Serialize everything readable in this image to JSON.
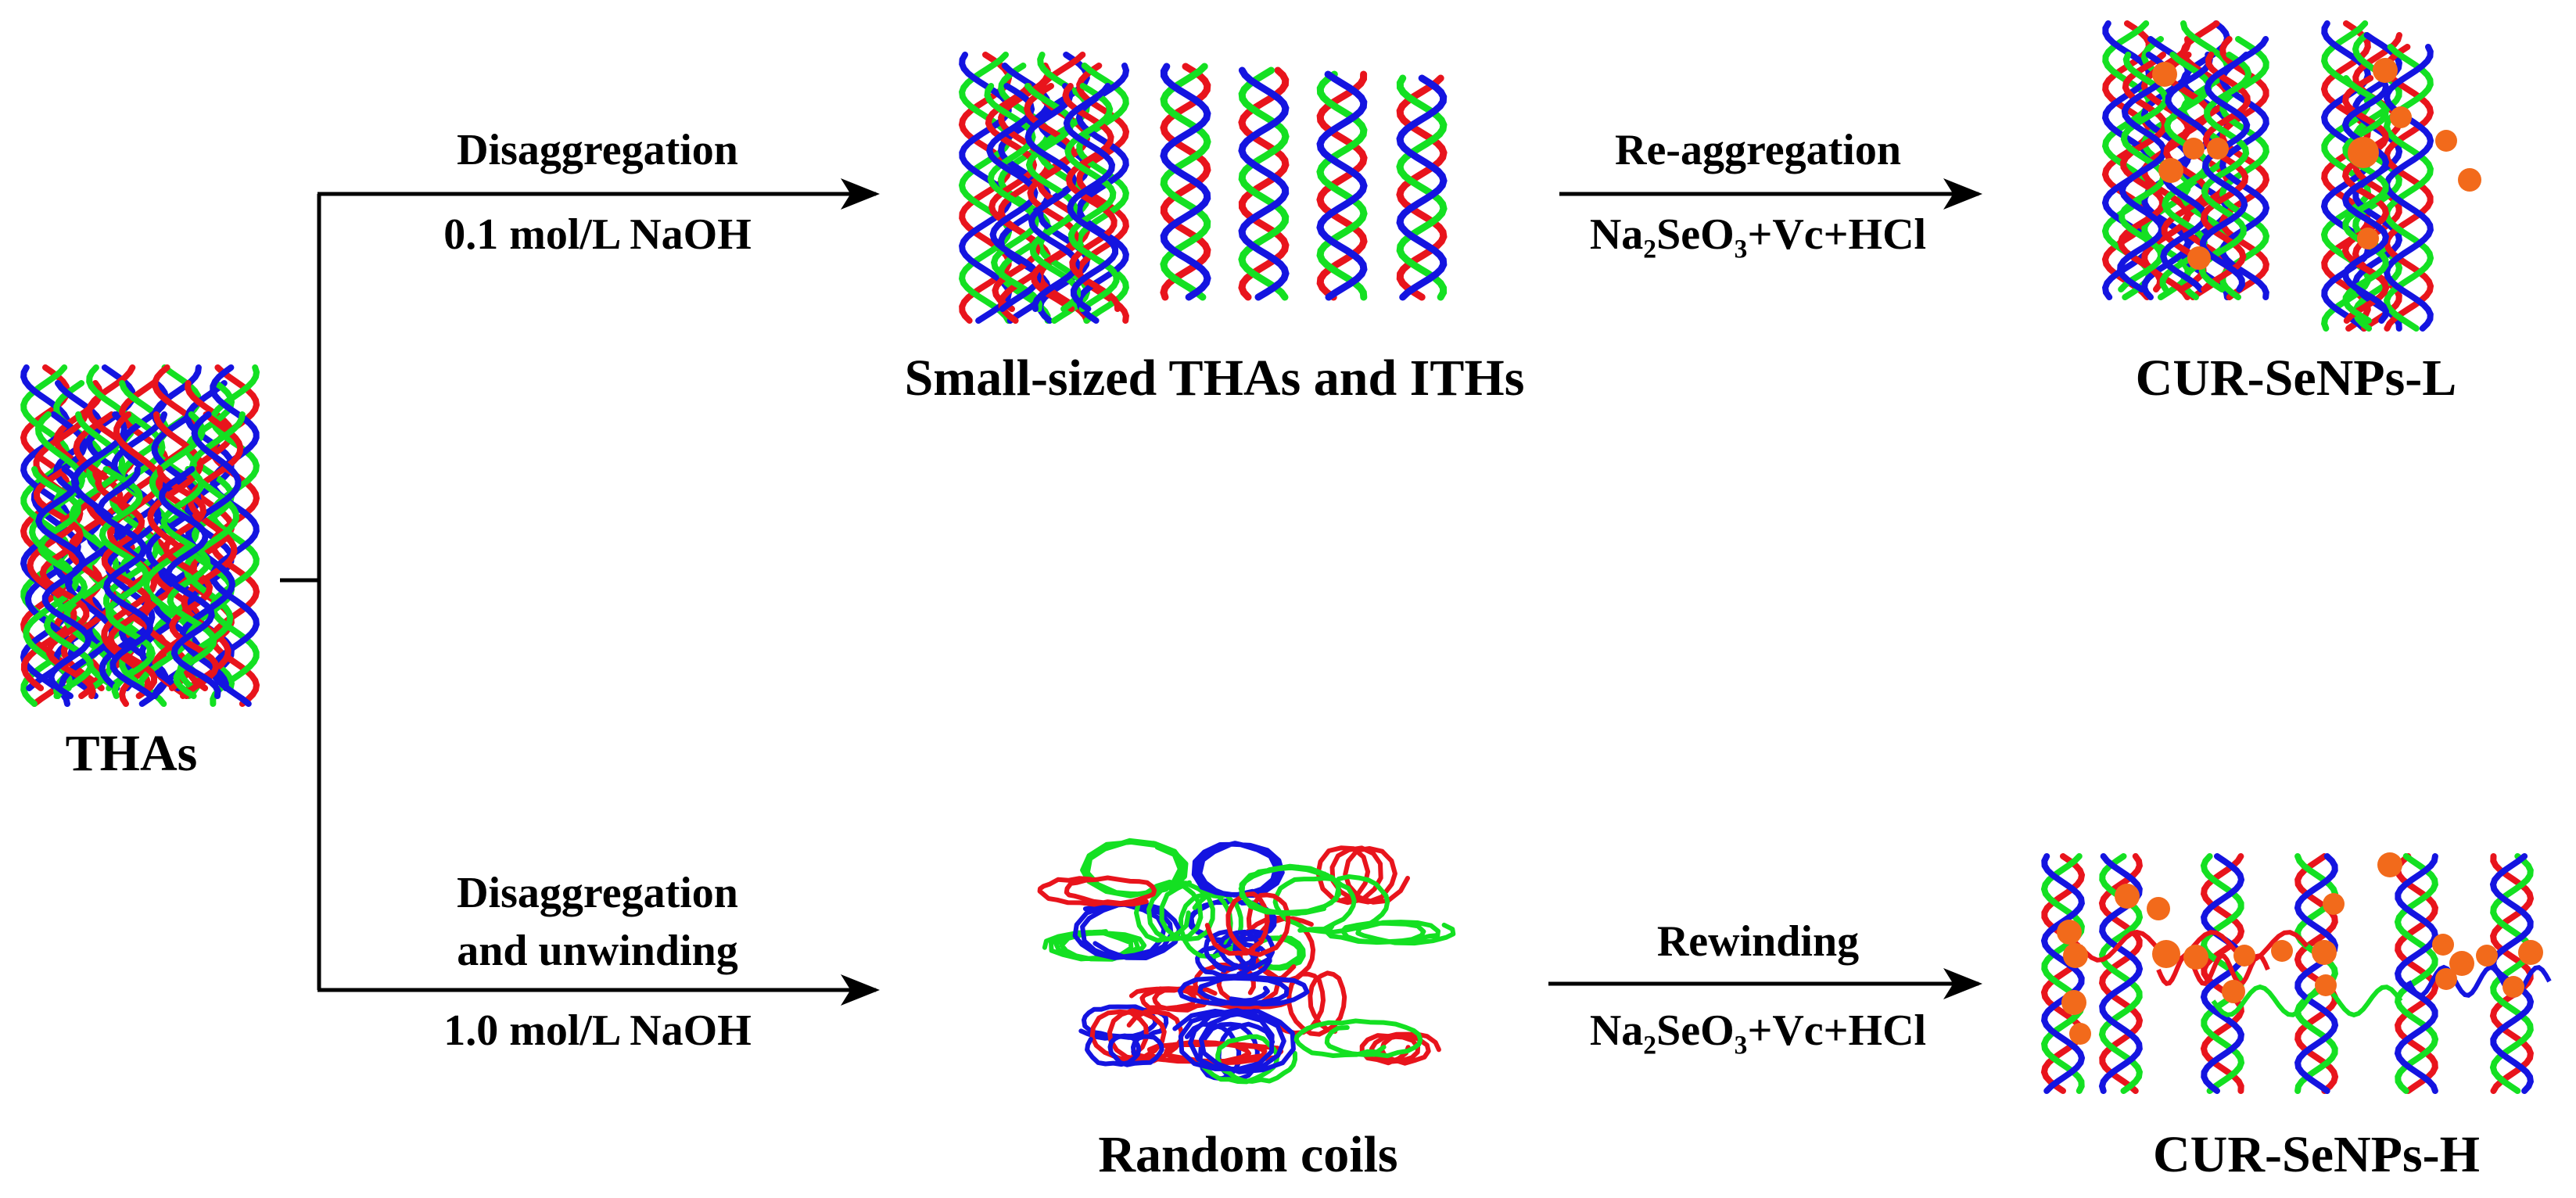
{
  "figure": {
    "colors": {
      "strand_red": "#e8141c",
      "strand_green": "#14e022",
      "strand_blue": "#1414e0",
      "particle_orange": "#f26a1b",
      "ink": "#000000"
    },
    "start": {
      "label": "THAs"
    },
    "upper_path": {
      "step1_label_top": "Disaggregation",
      "step1_label_bottom": "0.1 mol/L NaOH",
      "intermediate_label": "Small-sized THAs and ITHs",
      "step2_label_top": "Re-aggregation",
      "step2_label_bottom": "Na₂SeO₃+Vc+HCl",
      "product_label": "CUR-SeNPs-L"
    },
    "lower_path": {
      "step1_label_line1": "Disaggregation",
      "step1_label_line2": "and unwinding",
      "step1_label_bottom": "1.0 mol/L NaOH",
      "intermediate_label": "Random coils",
      "step2_label_top": "Rewinding",
      "step2_label_bottom": "Na₂SeO₃+Vc+HCl",
      "product_label": "CUR-SeNPs-H"
    }
  }
}
